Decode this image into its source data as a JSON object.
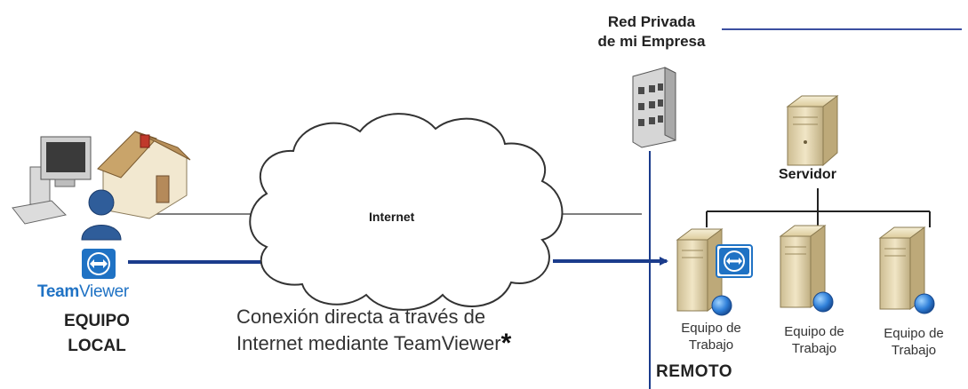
{
  "network": {
    "title_line1": "Red Privada",
    "title_line2": "de mi Empresa"
  },
  "internet_label": "Internet",
  "server_label": "Servidor",
  "local": {
    "brand_bold": "Team",
    "brand_rest": "Viewer",
    "title_line1": "EQUIPO",
    "title_line2": "LOCAL"
  },
  "connection": {
    "line1": "Conexión directa a través de",
    "line2": "Internet mediante TeamViewer",
    "mark": "*"
  },
  "workstations": [
    {
      "line1": "Equipo de",
      "line2": "Trabajo"
    },
    {
      "line1": "Equipo de",
      "line2": "Trabajo"
    },
    {
      "line1": "Equipo de",
      "line2": "Trabajo"
    }
  ],
  "remote_label": "REMOTO",
  "colors": {
    "link_blue": "#1b3c8c",
    "teamviewer_blue": "#1f72c4",
    "cloud_stroke": "#333333",
    "server_beige": "#e8d9b0"
  },
  "icons": [
    "computer-icon",
    "house-icon",
    "user-icon",
    "teamviewer-logo-icon",
    "cloud-icon",
    "office-building-icon",
    "server-icon",
    "globe-icon"
  ]
}
